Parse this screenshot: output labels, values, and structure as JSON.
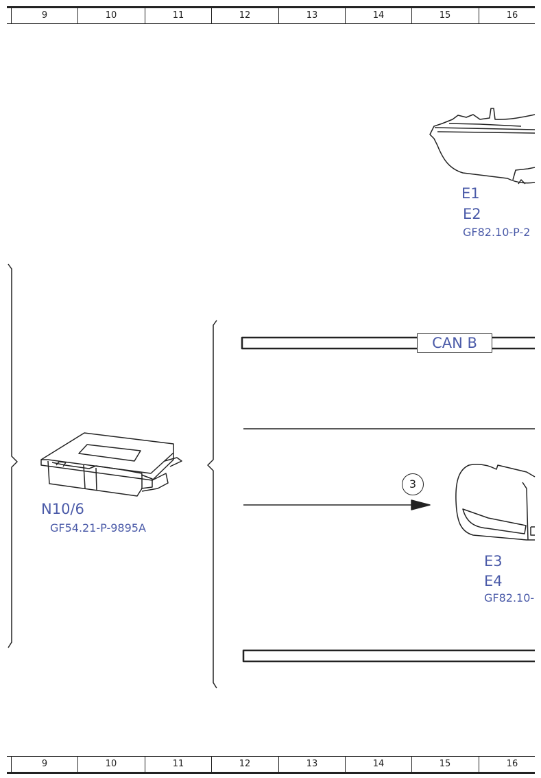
{
  "ruler": {
    "columns": [
      "9",
      "10",
      "11",
      "12",
      "13",
      "14",
      "15",
      "16"
    ]
  },
  "components": {
    "headlamp": {
      "label_1": "E1",
      "label_2": "E2",
      "ref": "GF82.10-P-2"
    },
    "control_unit": {
      "label": "N10/6",
      "ref": "GF54.21-P-9895A"
    },
    "tail_lamp": {
      "label_1": "E3",
      "label_2": "E4",
      "ref": "GF82.10-"
    }
  },
  "bus": {
    "label": "CAN B"
  },
  "callout": {
    "number": "3"
  },
  "colors": {
    "label": "#4a5aa8",
    "line": "#222222"
  }
}
